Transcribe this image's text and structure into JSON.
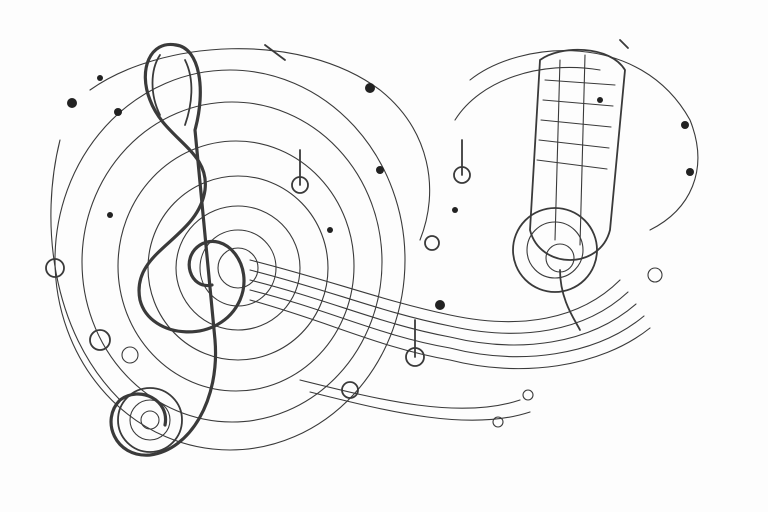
{
  "image": {
    "background": "#fdfdfd",
    "ink_color": "#3a3a3a",
    "subjects": [
      "treble-clef",
      "microphone",
      "swirling-staff-lines",
      "music-notes"
    ]
  }
}
